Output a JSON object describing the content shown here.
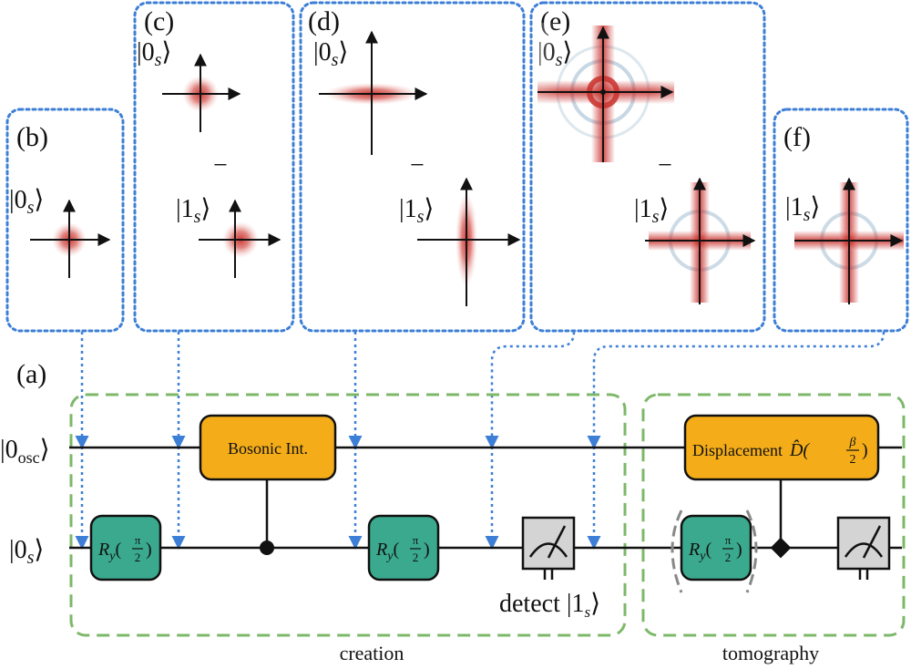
{
  "panels": {
    "a": {
      "label": "(a)"
    },
    "b": {
      "label": "(b)",
      "ket1": "|0",
      "ket1_sub": "s",
      "ket_close": "⟩"
    },
    "c": {
      "label": "(c)",
      "ket1": "|0",
      "ket1_sub": "s",
      "minus": "−",
      "ket2": "|1",
      "ket2_sub": "s",
      "ket_close": "⟩"
    },
    "d": {
      "label": "(d)",
      "ket1": "|0",
      "ket1_sub": "s",
      "minus": "−",
      "ket2": "|1",
      "ket2_sub": "s",
      "ket_close": "⟩"
    },
    "e": {
      "label": "(e)",
      "ket1": "|0",
      "ket1_sub": "s",
      "minus": "−",
      "ket2": "|1",
      "ket2_sub": "s",
      "ket_close": "⟩"
    },
    "f": {
      "label": "(f)",
      "ket2": "|1",
      "ket2_sub": "s",
      "ket_close": "⟩"
    }
  },
  "circuit": {
    "osc_input": "|0",
    "osc_input_sub": "osc",
    "qubit_input": "|0",
    "qubit_input_sub": "s",
    "ket_close": "⟩",
    "bosonic_label": "Bosonic Int.",
    "displacement_label": "Displacement",
    "displacement_op": "D̂(",
    "displacement_frac_num": "β",
    "displacement_frac_den": "2",
    "displacement_close": ")",
    "ry_R": "R",
    "ry_sub": "y",
    "ry_open": "(",
    "ry_num": "π",
    "ry_den": "2",
    "ry_close": ")",
    "detect_text": "detect |1",
    "detect_sub": "s",
    "creation_caption": "creation",
    "tomography_caption": "tomography"
  },
  "colors": {
    "panel_border": "#3d7fd6",
    "group_border": "#7db869",
    "gate_orange": "#f4ad19",
    "gate_green": "#3aa98d",
    "meter_gray": "#d4d4d4",
    "wigner_red": "#c8302c",
    "wigner_blue": "#8fb0c8"
  }
}
